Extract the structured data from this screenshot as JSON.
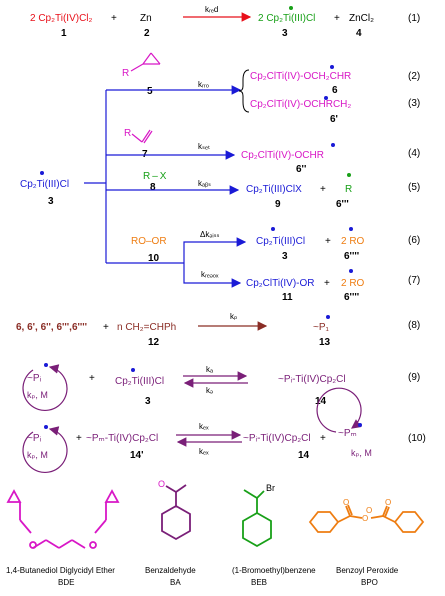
{
  "colors": {
    "red": "#e8101a",
    "blue": "#1a1ad6",
    "magenta": "#d817c6",
    "green": "#18a018",
    "orange": "#ee7d12",
    "brown": "#8a2d25",
    "purple": "#7a1f78",
    "black": "#000000"
  },
  "eq_numbers": [
    "(1)",
    "(2)",
    "(3)",
    "(4)",
    "(5)",
    "(6)",
    "(7)",
    "(8)",
    "(9)",
    "(10)"
  ],
  "eq1": {
    "reactant": "2 Cp₂Ti(IV)Cl₂",
    "plus1": "+",
    "reagent": "Zn",
    "rate": "kᵣₑd",
    "product1": "2 Cp₂Ti(III)Cl",
    "plus2": "+",
    "product2": "ZnCl₂",
    "labels": [
      "1",
      "2",
      "3",
      "4"
    ]
  },
  "center": {
    "species": "Cp₂Ti(III)Cl",
    "label": "3"
  },
  "branches": {
    "epoxide_r": "R",
    "epoxide_label": "5",
    "k_rro": "kᵣᵣₒ",
    "p6": "Cp₂ClTi(IV)-OCH₂CHR",
    "p6_label": "6",
    "p6p": "Cp₂ClTi(IV)-OCHRCH₂",
    "p6p_label": "6'",
    "ald_r": "R",
    "ald_label": "7",
    "k_set": "kₛₑₜ",
    "p6pp": "Cp₂ClTi(IV)-OCHR",
    "p6pp_label": "6''",
    "rx": "R – X",
    "rx_label": "8",
    "k_abs": "kₐᵦₛ",
    "p9": "Cp₂Ti(III)ClX",
    "plus9": "+",
    "r_rad": "R",
    "p9_label": "9",
    "r_label": "6'''",
    "peroxide": "RO–OR",
    "peroxide_label": "10",
    "k_diss": "Δkₔᵢₛₛ",
    "p3": "Cp₂Ti(III)Cl",
    "plus6": "+",
    "ro2": "2 RO",
    "p3_label": "3",
    "ro_label": "6''''",
    "k_redox": "kᵣₑₔₒₓ",
    "p11": "Cp₂ClTi(IV)-OR",
    "plus7": "+",
    "ro2b": "2 RO",
    "p11_label": "11",
    "ro_label2": "6''''"
  },
  "eq8": {
    "reactants": "6, 6', 6'', 6''',6''''",
    "plus": "+",
    "monomer": "n CH₂=CHPh",
    "monomer_label": "12",
    "rate": "kₚ",
    "product": "~P₁",
    "product_label": "13"
  },
  "eq9": {
    "radical": "~Pᵢ",
    "kp": "kₚ, M",
    "plus": "+",
    "ti": "Cp₂Ti(III)Cl",
    "ti_label": "3",
    "k_fwd": "kₐ",
    "k_rev": "kₔ",
    "product": "~Pᵢ-Ti(IV)Cp₂Cl",
    "product_label": "14"
  },
  "eq10": {
    "radical": "~Pᵢ",
    "kp": "kₚ, M",
    "plus1": "+",
    "dormant": "~Pₘ-Ti(IV)Cp₂Cl",
    "dormant_label": "14'",
    "k_fwd": "kₑₓ",
    "k_rev": "kₑₓ",
    "product": "~Pᵢ-Ti(IV)Cp₂Cl",
    "product_label": "14",
    "plus2": "+",
    "radical2": "~Pₘ",
    "kp2": "kₚ, M"
  },
  "molecules": [
    {
      "name": "1,4-Butanediol Diglycidyl Ether",
      "abbr": "BDE"
    },
    {
      "name": "Benzaldehyde",
      "abbr": "BA",
      "atom": "O"
    },
    {
      "name": "(1-Bromoethyl)benzene",
      "abbr": "BEB",
      "atom": "Br"
    },
    {
      "name": "Benzoyl Peroxide",
      "abbr": "BPO",
      "atoms": [
        "O",
        "O",
        "O",
        "O"
      ]
    }
  ]
}
